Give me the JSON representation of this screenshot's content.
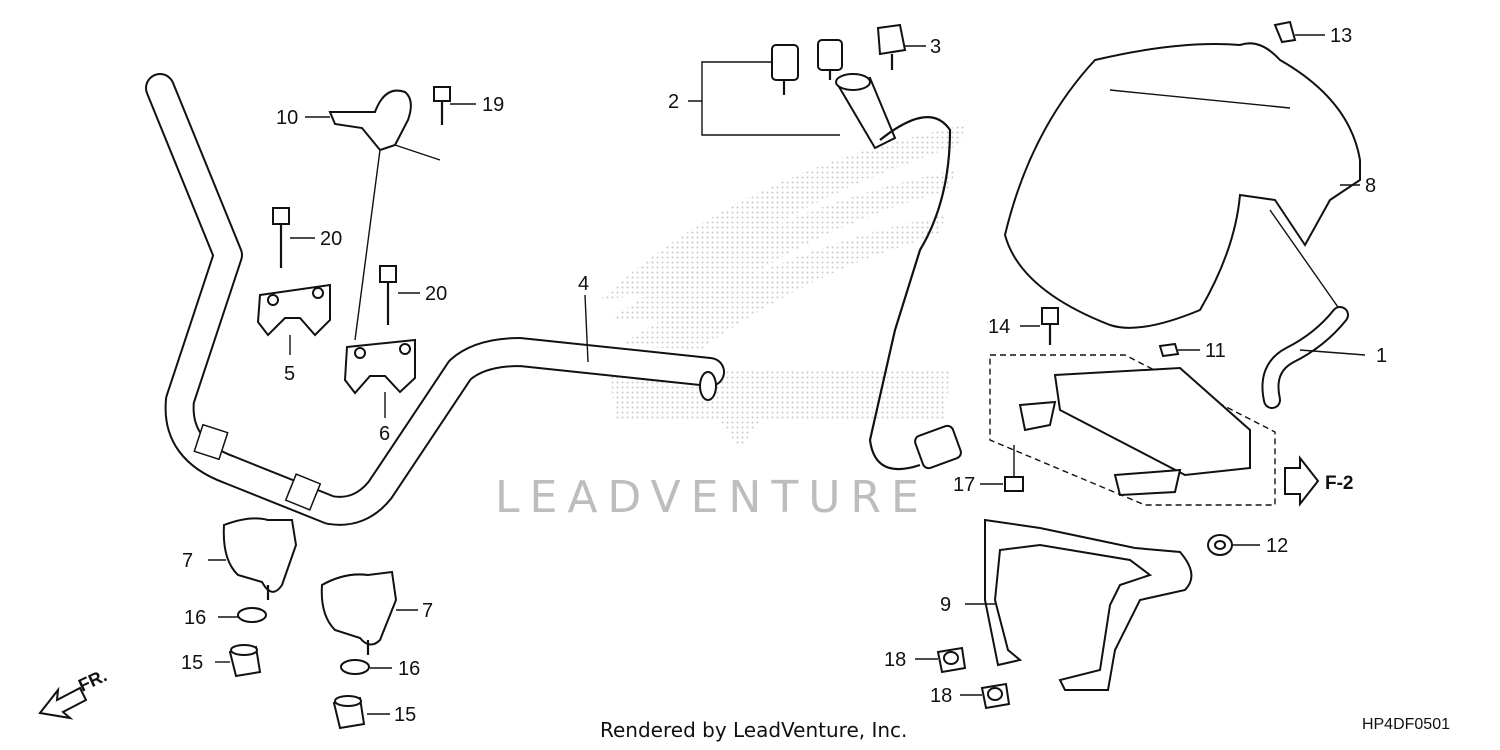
{
  "watermark": "LEADVENTURE",
  "footer": "Rendered by LeadVenture, Inc.",
  "diagram_code": "HP4DF0501",
  "front_arrow_label": "FR.",
  "ref_arrow_label": "F-2",
  "callouts": {
    "c1": "1",
    "c2": "2",
    "c3": "3",
    "c4": "4",
    "c5": "5",
    "c6": "6",
    "c7a": "7",
    "c7b": "7",
    "c8": "8",
    "c9": "9",
    "c10": "10",
    "c11": "11",
    "c12": "12",
    "c13": "13",
    "c14": "14",
    "c15a": "15",
    "c15b": "15",
    "c16a": "16",
    "c16b": "16",
    "c17": "17",
    "c18a": "18",
    "c18b": "18",
    "c19": "19",
    "c20a": "20",
    "c20b": "20"
  }
}
